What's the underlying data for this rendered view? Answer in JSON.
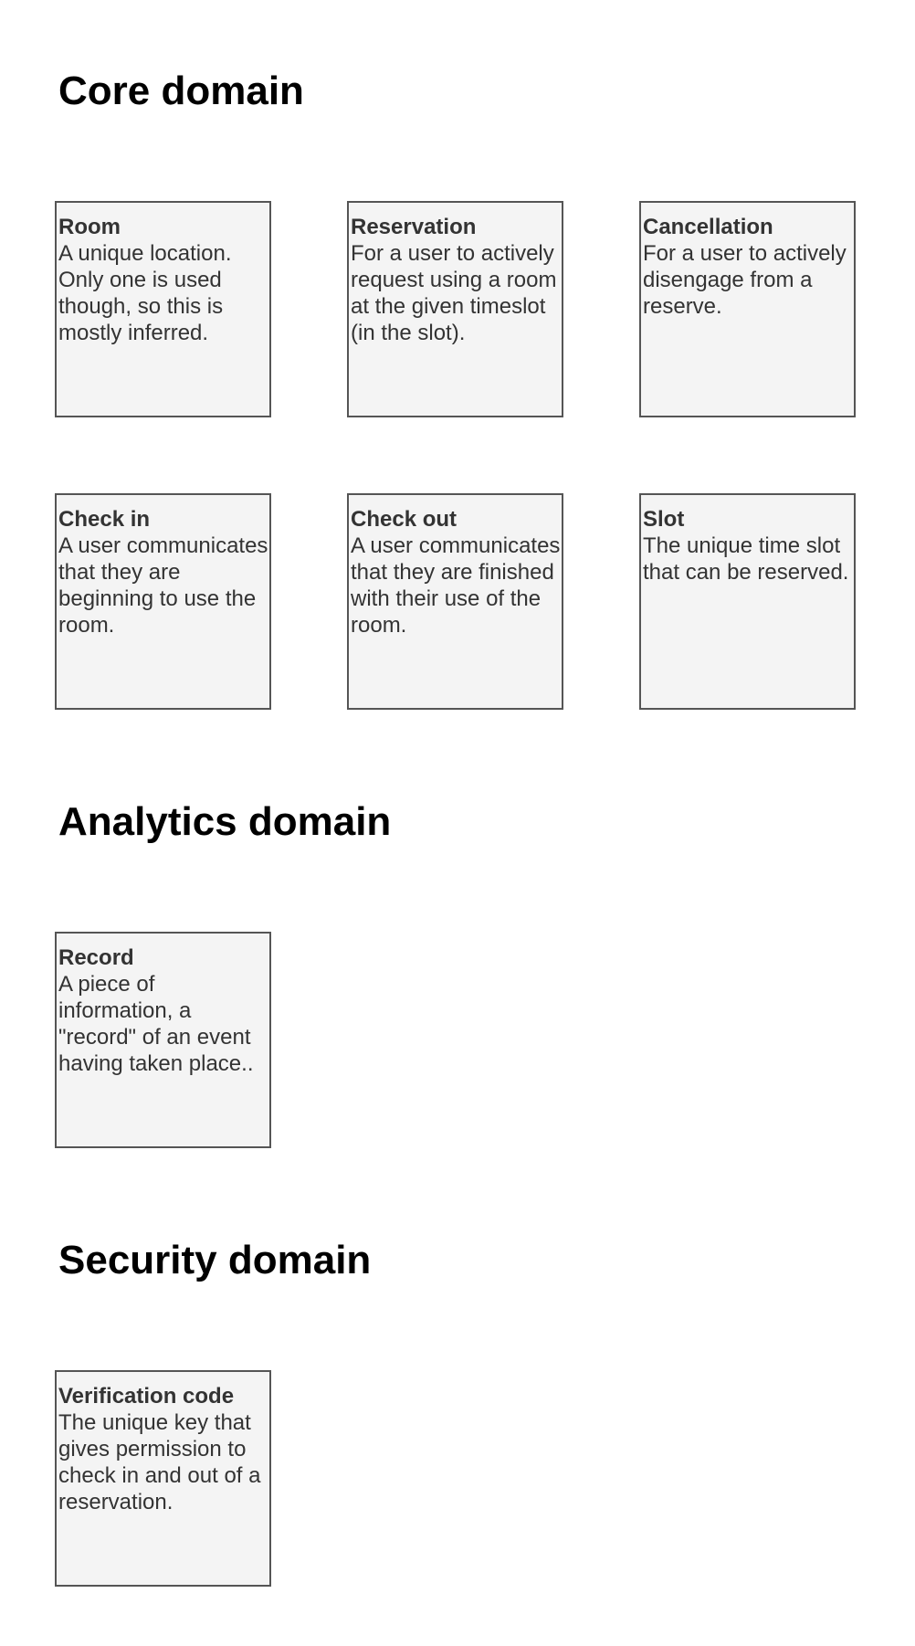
{
  "sections": [
    {
      "title": "Core domain",
      "cards": [
        {
          "title": "Room",
          "description": "A unique location. Only one is used though, so this is mostly inferred."
        },
        {
          "title": "Reservation",
          "description": "For a user to actively request using a room at the given timeslot (in the slot)."
        },
        {
          "title": "Cancellation",
          "description": "For a user to actively disengage from a reserve."
        },
        {
          "title": "Check in",
          "description": "A user communicates that they are beginning to use the room."
        },
        {
          "title": "Check out",
          "description": "A user communicates that they are finished with their use of the room."
        },
        {
          "title": "Slot",
          "description": "The unique time slot that can be reserved."
        }
      ]
    },
    {
      "title": "Analytics domain",
      "cards": [
        {
          "title": "Record",
          "description": "A piece of information, a \"record\" of an event having taken place.."
        }
      ]
    },
    {
      "title": "Security domain",
      "cards": [
        {
          "title": "Verification code",
          "description": "The unique key that gives permission to check in and out of a reservation."
        }
      ]
    }
  ],
  "colors": {
    "card_background": "#f4f4f4",
    "card_border": "#555555",
    "card_text": "#333333",
    "heading_text": "#000000"
  }
}
